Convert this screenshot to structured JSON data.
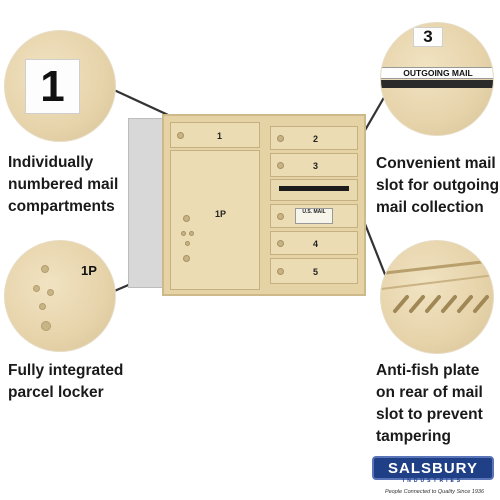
{
  "callouts": {
    "compartments": {
      "badge": "1",
      "caption": "Individually\nnumbered mail\ncompartments"
    },
    "parcel": {
      "badge": "1P",
      "caption": "Fully integrated\nparcel locker"
    },
    "outgoing_slot": {
      "badge": "3",
      "plate": "OUTGOING MAIL",
      "caption": "Convenient mail\nslot for outgoing\nmail collection"
    },
    "anti_fish": {
      "caption": "Anti-fish plate\non rear of mail\nslot to prevent\ntampering"
    }
  },
  "mailbox": {
    "doors": {
      "d1": "1",
      "d2": "2",
      "d3": "3",
      "parcel": "1P",
      "d4": "4",
      "d5": "5"
    },
    "usps_label": "U.S. MAIL"
  },
  "brand": {
    "name": "SALSBURY",
    "sub": "INDUSTRIES",
    "tagline": "People Connected to Quality Since 1936"
  },
  "colors": {
    "finish": "#e5d3a6",
    "logo_blue": "#1f3f86"
  }
}
